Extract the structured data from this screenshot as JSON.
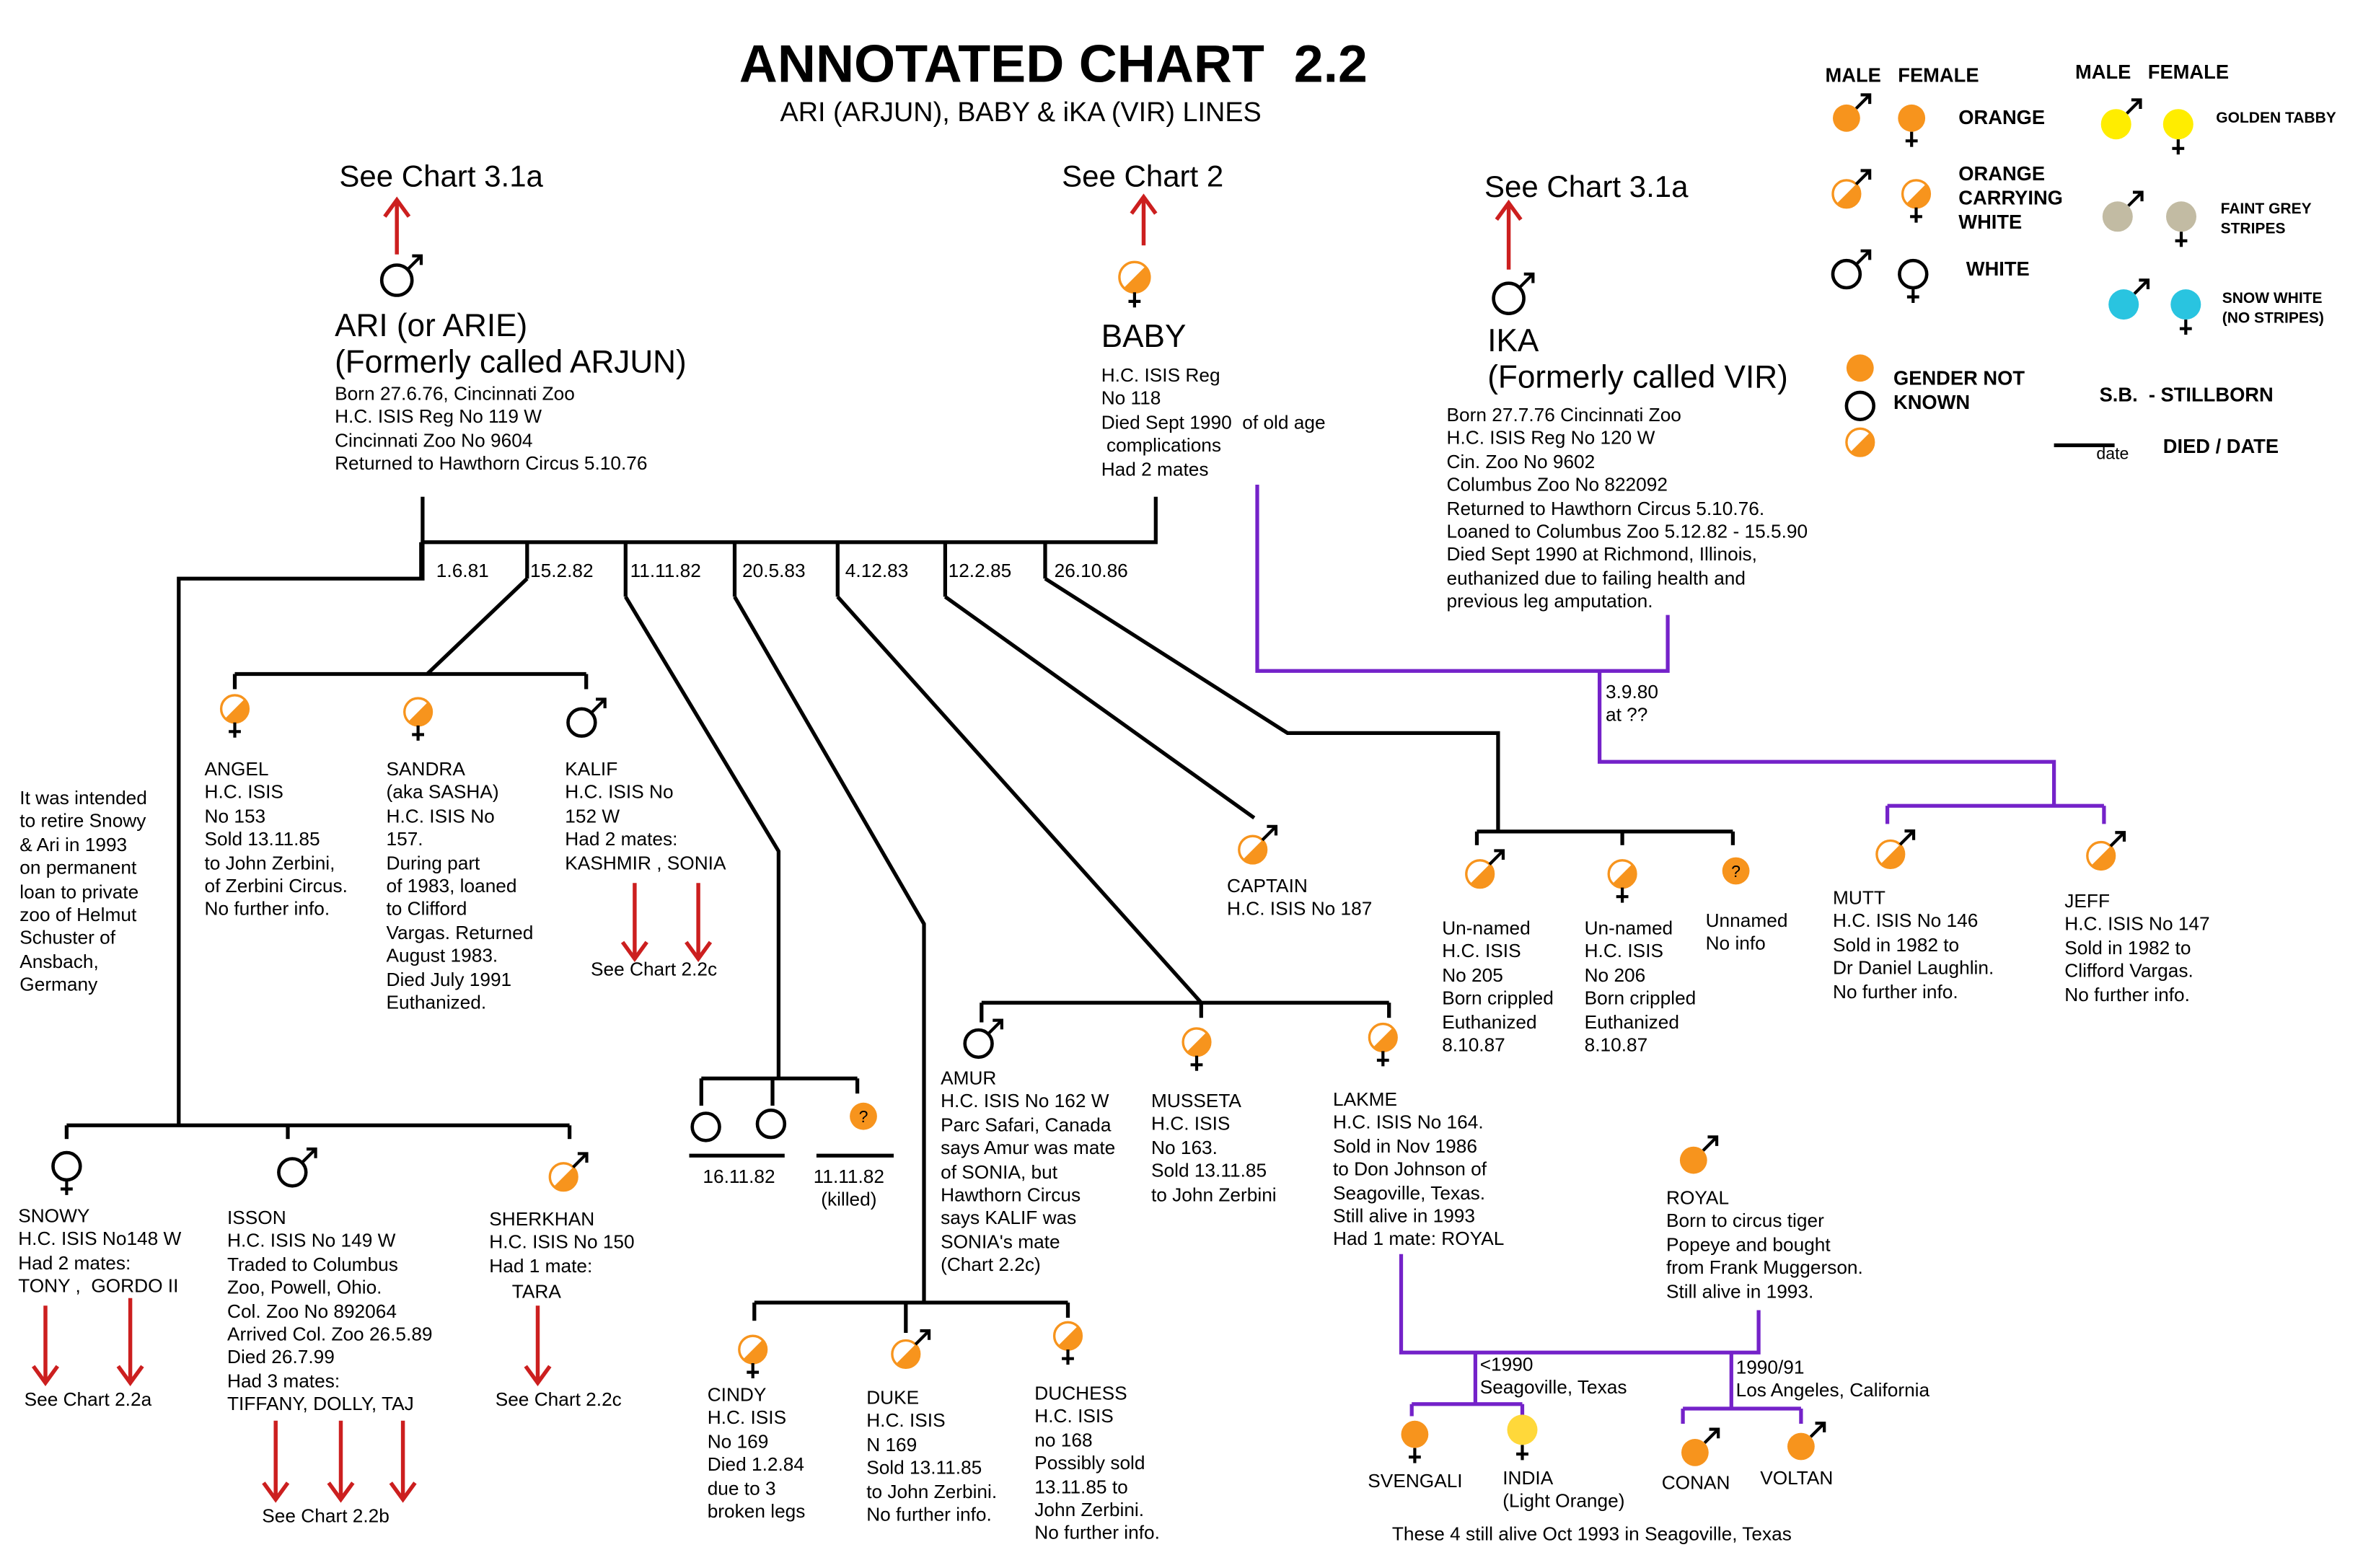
{
  "title": "ANNOTATED CHART  2.2",
  "subtitle": "ARI (ARJUN), BABY & iKA (VIR) LINES",
  "colors": {
    "orange": "#f7941d",
    "golden_tabby": "#ffed00",
    "faint_grey": "#c2bba3",
    "snow_white": "#29c4e0",
    "arrow_red": "#cc1f1f",
    "line_purple": "#7422c9",
    "line_black": "#000000"
  },
  "legend": {
    "col1_male": "MALE",
    "col1_female": "FEMALE",
    "col2_male": "MALE",
    "col2_female": "FEMALE",
    "orange": "ORANGE",
    "orange_carrying_white": "ORANGE\nCARRYING\nWHITE",
    "white": "WHITE",
    "golden_tabby": "GOLDEN TABBY",
    "faint_grey": "FAINT GREY\nSTRIPES",
    "snow_white": "SNOW WHITE\n(NO STRIPES)",
    "gender_not_known": "GENDER NOT\nKNOWN",
    "stillborn": "S.B.  - STILLBORN",
    "date_word": "date",
    "died_date": "DIED / DATE"
  },
  "references": {
    "ari_parent": "See Chart 3.1a",
    "baby_parent": "See Chart 2",
    "ika_parent": "See Chart 3.1a",
    "kalif": "See Chart 2.2c",
    "snowy": "See Chart 2.2a",
    "isson": "See Chart 2.2b",
    "sherkhan": "See Chart 2.2c"
  },
  "parents": {
    "ari_name": "ARI (or ARIE)\n(Formerly called ARJUN)",
    "ari_info": "Born 27.6.76, Cincinnati Zoo\nH.C. ISIS Reg No 119 W\nCincinnati Zoo No 9604\nReturned to Hawthorn Circus 5.10.76",
    "baby_name": "BABY",
    "baby_info": "H.C. ISIS Reg\nNo 118\nDied Sept 1990  of old age\n complications\nHad 2 mates",
    "ika_name": "IKA\n(Formerly called VIR)",
    "ika_info": "Born 27.7.76 Cincinnati Zoo\nH.C. ISIS Reg No 120 W\nCin. Zoo No 9602\nColumbus Zoo No 822092\nReturned to Hawthorn Circus 5.10.76.\nLoaned to Columbus Zoo 5.12.82 - 15.5.90\nDied Sept 1990 at Richmond, Illinois,\neuthanized due to failing health and\nprevious leg amputation."
  },
  "litter_dates": [
    "1.6.81",
    "15.2.82",
    "11.11.82",
    "20.5.83",
    "4.12.83",
    "12.2.85",
    "26.10.86"
  ],
  "ika_litter_date": "3.9.80\nat ??",
  "note_retire": "It was intended\nto retire Snowy\n& Ari in 1993\non permanent\nloan to private\nzoo of Helmut\nSchuster of\nAnsbach,\nGermany",
  "cubs": {
    "angel": "ANGEL\nH.C. ISIS\nNo 153\nSold 13.11.85\nto John Zerbini,\nof Zerbini Circus.\nNo further info.",
    "sandra": "SANDRA\n(aka SASHA)\nH.C. ISIS No\n157.\nDuring part\nof 1983, loaned\nto Clifford\nVargas. Returned\nAugust 1983.\nDied July 1991\nEuthanized.",
    "kalif": "KALIF\nH.C. ISIS No\n152 W\nHad 2 mates:\nKASHMIR , SONIA",
    "captain": "CAPTAIN\nH.C. ISIS No 187",
    "unnamed1": "Un-named\nH.C. ISIS\nNo 205\nBorn crippled\nEuthanized\n8.10.87",
    "unnamed2": "Un-named\nH.C. ISIS\nNo 206\nBorn crippled\nEuthanized\n8.10.87",
    "unnamed3": "Unnamed\nNo info",
    "mutt": "MUTT\nH.C. ISIS No 146\nSold in 1982 to\nDr Daniel Laughlin.\nNo further info.",
    "jeff": "JEFF\nH.C. ISIS No 147\nSold in 1982 to\nClifford Vargas.\nNo further info.",
    "amur": "AMUR\nH.C. ISIS No 162 W\nParc Safari, Canada\nsays Amur was mate\nof SONIA, but\nHawthorn Circus\nsays KALIF was\nSONIA's mate\n(Chart 2.2c)",
    "musseta": "MUSSETA\nH.C. ISIS\nNo 163.\nSold 13.11.85\nto John Zerbini",
    "lakme": "LAKME\nH.C. ISIS No 164.\nSold in Nov 1986\nto Don Johnson of\nSeagoville, Texas.\nStill alive in 1993\nHad 1 mate: ROYAL",
    "date_16_11_82": "16.11.82",
    "date_killed": "11.11.82\n(killed)",
    "snowy": "SNOWY\nH.C. ISIS No148 W\nHad 2 mates:\nTONY ,  GORDO II",
    "isson": "ISSON\nH.C. ISIS No 149 W\nTraded to Columbus\nZoo, Powell, Ohio.\nCol. Zoo No 892064\nArrived Col. Zoo 26.5.89\nDied 26.7.99\nHad 3 mates:\nTIFFANY, DOLLY, TAJ",
    "sherkhan": "SHERKHAN\nH.C. ISIS No 150\nHad 1 mate:",
    "tara": "TARA",
    "cindy": "CINDY\nH.C. ISIS\nNo 169\nDied 1.2.84\ndue to 3\nbroken legs",
    "duke": "DUKE\nH.C. ISIS\nN 169\nSold 13.11.85\nto John Zerbini.\nNo further info.",
    "duchess": "DUCHESS\nH.C. ISIS\nno 168\nPossibly sold\n13.11.85 to\nJohn Zerbini.\nNo further info.",
    "royal": "ROYAL\nBorn to circus tiger\nPopeye and bought\nfrom Frank Muggerson.\nStill alive in 1993.",
    "seagoville_date": "<1990\nSeagoville, Texas",
    "la_date": "1990/91\nLos Angeles, California",
    "svengali": "SVENGALI",
    "india": "INDIA\n(Light Orange)",
    "conan": "CONAN",
    "voltan": "VOLTAN",
    "alive_note": "These 4 still alive Oct 1993 in Seagoville, Texas"
  }
}
